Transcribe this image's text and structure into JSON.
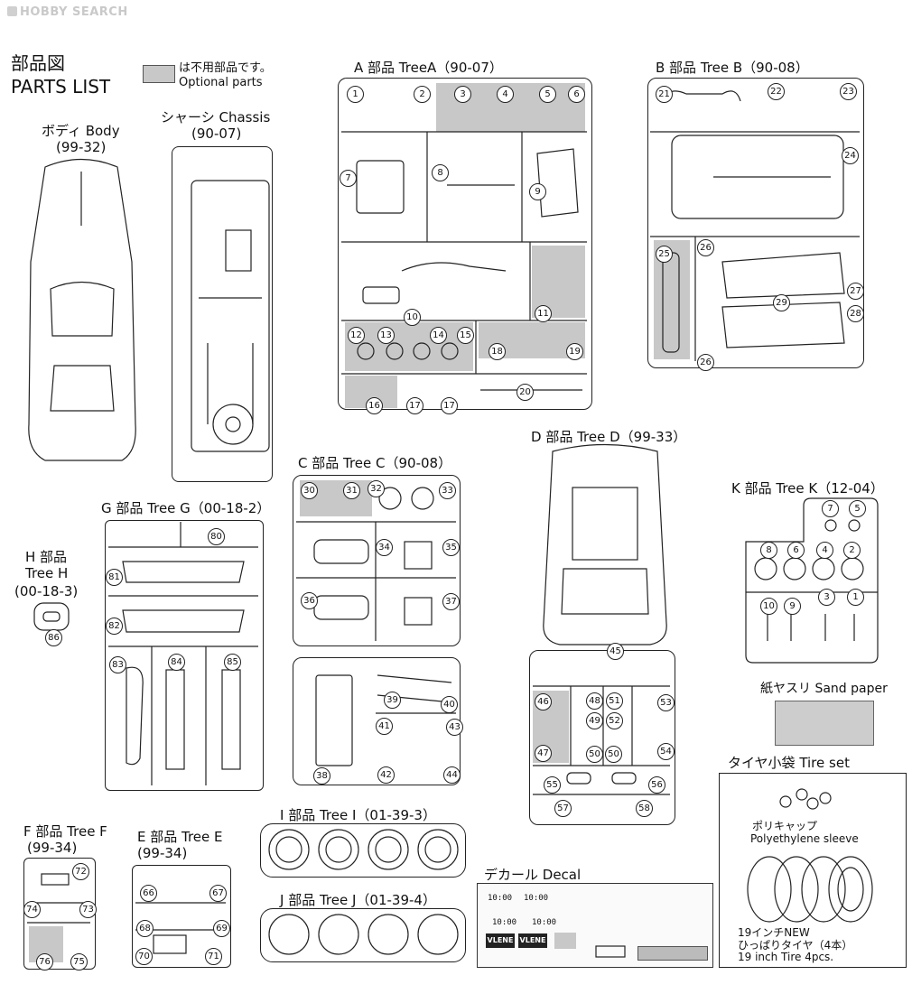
{
  "logo": {
    "text": "HOBBY SEARCH"
  },
  "header": {
    "title_jp": "部品図",
    "title_en": "PARTS LIST",
    "legend_jp": "は不用部品です。",
    "legend_en": "Optional parts"
  },
  "body": {
    "label": "ボディ Body",
    "code": "(99-32)"
  },
  "chassis": {
    "label": "シャーシ Chassis",
    "code": "(90-07)"
  },
  "treeA": {
    "label": "A 部品 TreeA（90-07）",
    "parts": [
      "1",
      "2",
      "3",
      "4",
      "5",
      "6",
      "7",
      "8",
      "9",
      "10",
      "11",
      "12",
      "13",
      "14",
      "15",
      "16",
      "17",
      "17",
      "18",
      "19",
      "20"
    ]
  },
  "treeB": {
    "label": "B 部品 Tree B（90-08）",
    "parts": [
      "21",
      "22",
      "23",
      "24",
      "25",
      "26",
      "27",
      "28",
      "29",
      "26"
    ]
  },
  "treeC": {
    "label": "C 部品 Tree C（90-08）",
    "parts": [
      "30",
      "31",
      "32",
      "33",
      "34",
      "35",
      "36",
      "37",
      "38",
      "39",
      "40",
      "41",
      "42",
      "43",
      "44"
    ]
  },
  "treeD": {
    "label": "D 部品 Tree D（99-33）",
    "parts": [
      "45",
      "46",
      "47",
      "48",
      "49",
      "50",
      "50",
      "51",
      "52",
      "53",
      "54",
      "55",
      "56",
      "57",
      "58"
    ]
  },
  "treeG": {
    "label": "G 部品 Tree G（00-18-2）",
    "parts": [
      "80",
      "81",
      "82",
      "83",
      "84",
      "85"
    ]
  },
  "treeH": {
    "label1": "H 部品",
    "label2": "Tree H",
    "label3": "(00-18-3)",
    "parts": [
      "86"
    ]
  },
  "treeK": {
    "label": "K 部品 Tree K（12-04）",
    "parts": [
      "7",
      "5",
      "8",
      "6",
      "4",
      "2",
      "10",
      "9",
      "3",
      "1"
    ]
  },
  "sandpaper": {
    "label": "紙ヤスリ Sand paper"
  },
  "tireset": {
    "label": "タイヤ小袋 Tire set",
    "cap_jp": "ポリキャップ",
    "cap_en": "Polyethylene sleeve",
    "tire_jp1": "19インチNEW",
    "tire_jp2": "ひっぱりタイヤ（4本）",
    "tire_en": "19 inch Tire 4pcs."
  },
  "treeF": {
    "label1": "F 部品 Tree F",
    "label2": "(99-34)",
    "parts": [
      "72",
      "74",
      "73",
      "76",
      "75"
    ]
  },
  "treeE": {
    "label1": "E 部品 Tree E",
    "label2": "(99-34)",
    "parts": [
      "66",
      "67",
      "68",
      "69",
      "70",
      "71"
    ]
  },
  "treeI": {
    "label": "I 部品 Tree I（01-39-3）"
  },
  "treeJ": {
    "label": "J 部品 Tree J（01-39-4）"
  },
  "decal": {
    "label": "デカール Decal",
    "clock": "10:00",
    "brand": "VLENE"
  }
}
